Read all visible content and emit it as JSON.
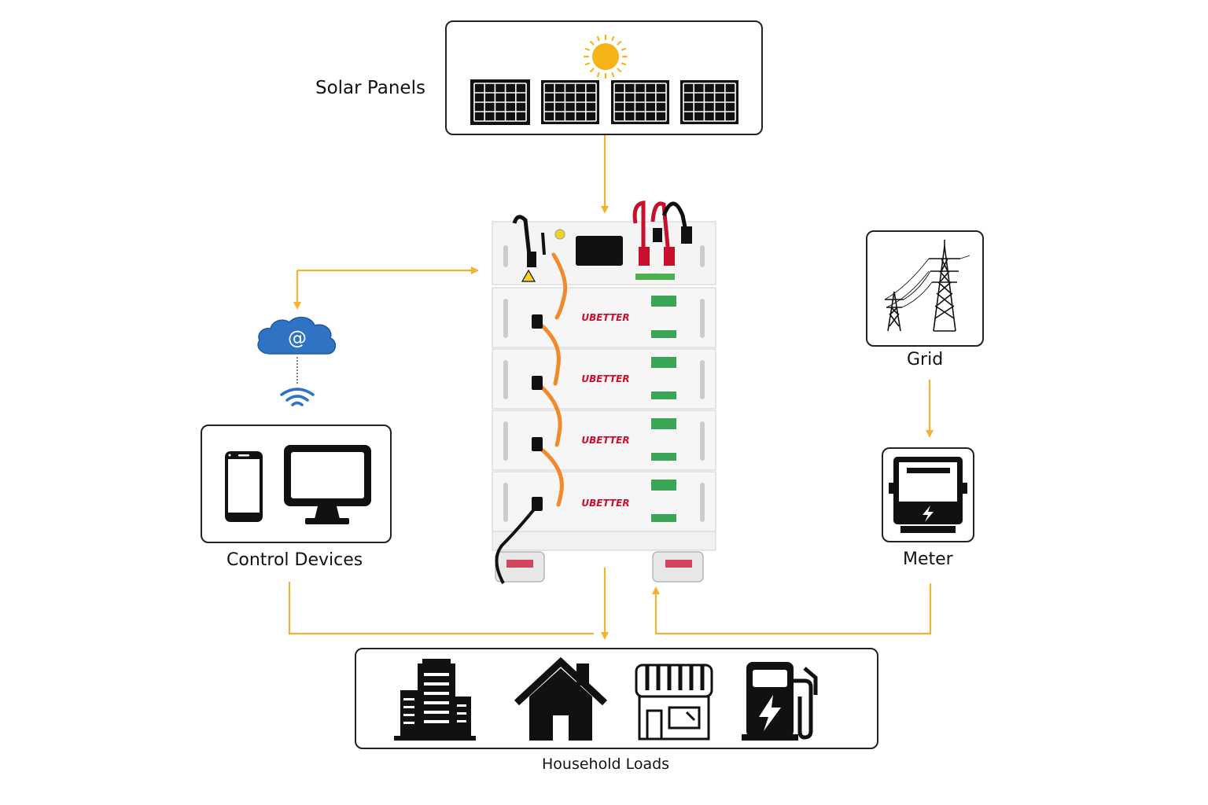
{
  "labels": {
    "solar_panels": "Solar Panels",
    "grid": "Grid",
    "meter": "Meter",
    "control_devices": "Control Devices",
    "household_loads": "Household Loads"
  },
  "battery": {
    "brand": "UBETTER",
    "module_count": 4
  },
  "colors": {
    "flow_arrow": "#F2B233",
    "sun": "#F7B416",
    "cloud": "#2F74C4",
    "wifi": "#2F74C4",
    "cable_orange": "#F08A2C",
    "cable_red": "#C8102E",
    "brand_red": "#C8102E"
  },
  "icons": {
    "solar": [
      "sun-icon",
      "solar-panel-icon"
    ],
    "cloud": "cloud-at-icon",
    "wifi": "wifi-icon",
    "devices": [
      "smartphone-icon",
      "monitor-icon"
    ],
    "grid": "transmission-tower-icon",
    "meter": "electric-meter-icon",
    "loads": [
      "office-building-icon",
      "house-icon",
      "storefront-icon",
      "ev-charger-icon"
    ]
  }
}
